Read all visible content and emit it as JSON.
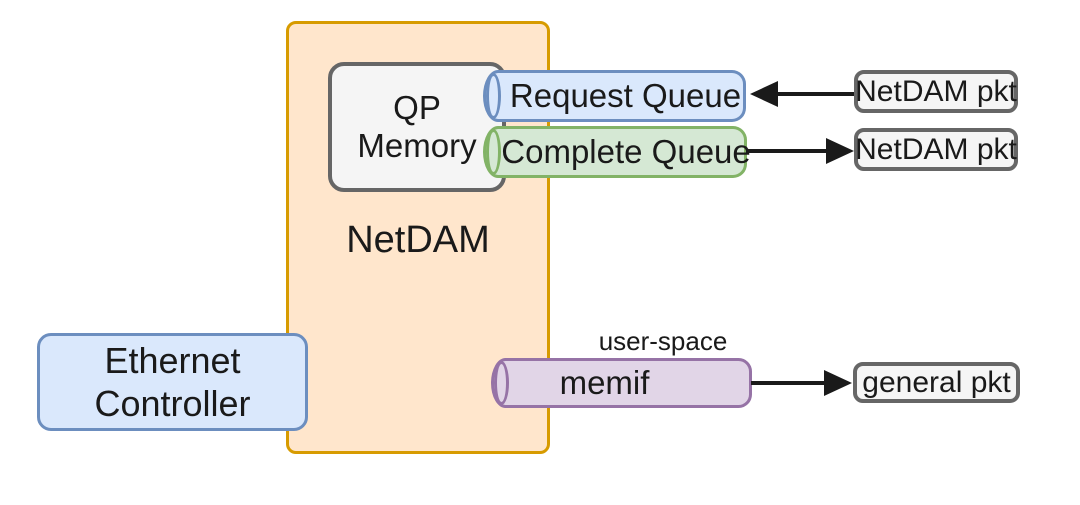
{
  "diagram": {
    "netdam": {
      "label": "NetDAM"
    },
    "qp_memory": {
      "line1": "QP",
      "line2": "Memory"
    },
    "ethernet_controller": {
      "line1": "Ethernet",
      "line2": "Controller"
    },
    "queues": {
      "request": {
        "label": "Request Queue"
      },
      "complete": {
        "label": "Complete Queue"
      },
      "memif": {
        "label": "memif",
        "annotation": "user-space"
      }
    },
    "packets": {
      "request_in": {
        "label": "NetDAM pkt"
      },
      "complete_out": {
        "label": "NetDAM pkt"
      },
      "memif_out": {
        "label": "general pkt"
      }
    },
    "colors": {
      "netdam_fill": "#FFE6CC",
      "netdam_stroke": "#D79B00",
      "blue_fill": "#DAE8FC",
      "blue_stroke": "#6C8EBF",
      "green_fill": "#D5E8D4",
      "green_stroke": "#82B366",
      "purple_fill": "#E1D5E7",
      "purple_stroke": "#9673A6",
      "gray_fill": "#F5F5F5",
      "gray_stroke": "#666666",
      "arrow": "#1A1A1A",
      "text": "#1A1A1A"
    }
  }
}
